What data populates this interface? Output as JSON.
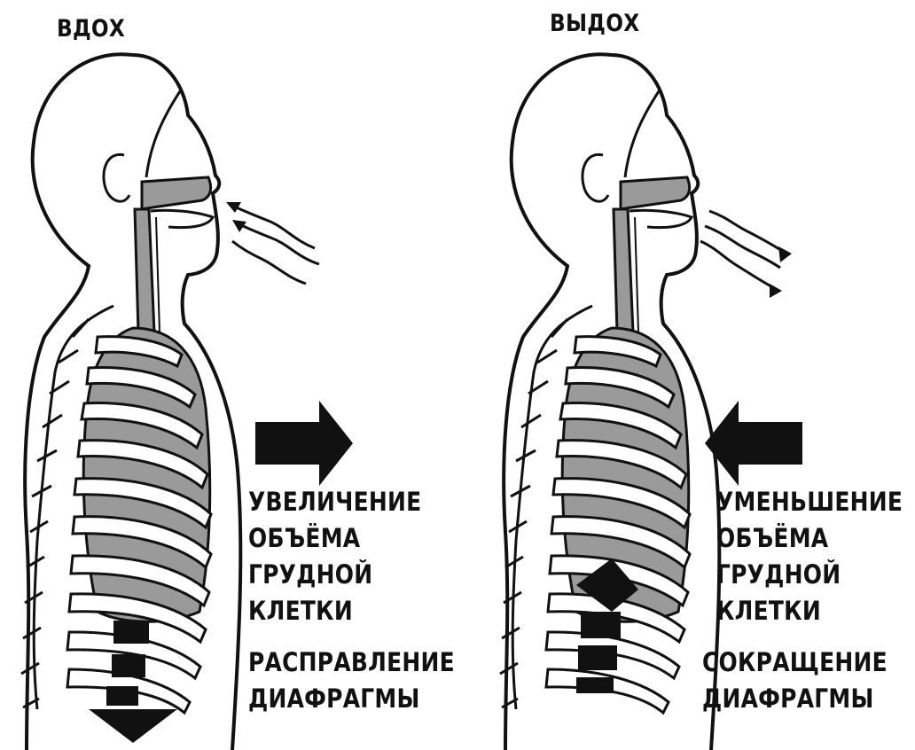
{
  "inhale": {
    "title": "ВДОХ",
    "volume_label": [
      "УВЕЛИЧЕНИЕ",
      "ОБЪЁМА",
      "ГРУДНОЙ",
      "КЛЕТКИ"
    ],
    "diaphragm_label": [
      "РАСПРАВЛЕНИЕ",
      "ДИАФРАГМЫ"
    ]
  },
  "exhale": {
    "title": "ВЫДОХ",
    "volume_label": [
      "УМЕНЬШЕНИЕ",
      "ОБЪЁМА",
      "ГРУДНОЙ",
      "КЛЕТКИ"
    ],
    "diaphragm_label": [
      "СОКРАЩЕНИЕ",
      "ДИАФРАГМЫ"
    ]
  },
  "colors": {
    "ink": "#111111",
    "shading": "#9a9a9a",
    "paper": "#ffffff"
  }
}
